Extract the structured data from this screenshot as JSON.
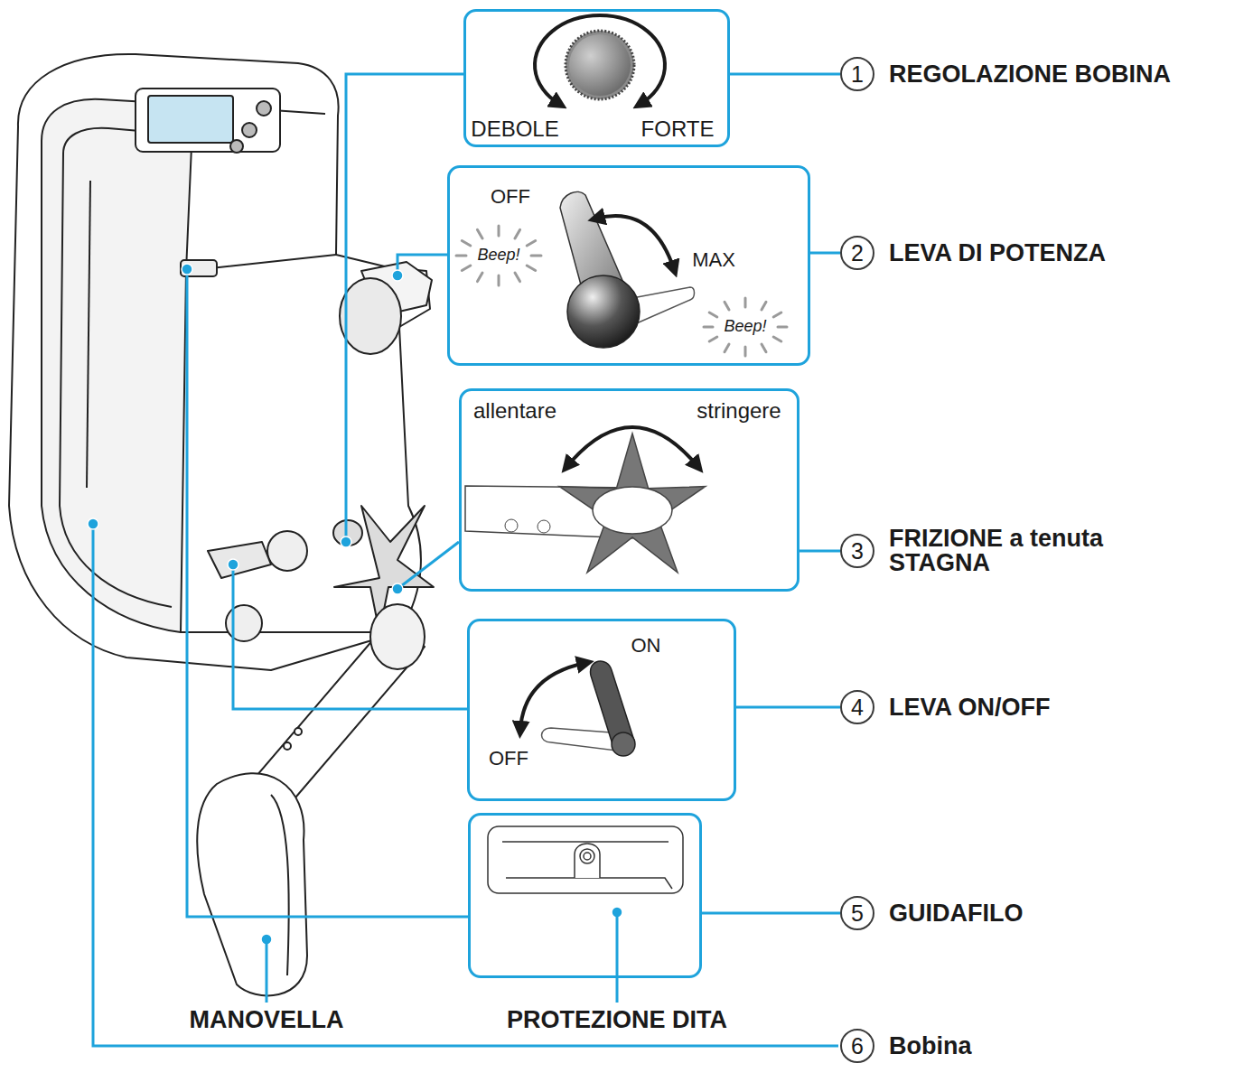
{
  "diagram": {
    "nodes": [
      {
        "text": [
          "DEBOLE",
          "FORTE"
        ]
      },
      {
        "text": [
          "1",
          "REGOLAZIONE BOBINA"
        ]
      },
      {
        "text": [
          "OFF",
          "Beep!",
          "MAX",
          "Beep!"
        ]
      },
      {
        "text": [
          "2",
          "LEVA DI POTENZA"
        ]
      },
      {
        "text": [
          "allentare",
          "stringere"
        ]
      },
      {
        "text": [
          "3",
          "FRIZIONE a tenuta STAGNA"
        ]
      },
      {
        "text": [
          "ON",
          "OFF"
        ]
      },
      {
        "text": [
          "4",
          "LEVA ON/OFF"
        ]
      },
      {
        "text": [
          "PROTEZIONE DITA"
        ]
      },
      {
        "text": [
          "5",
          "GUIDAFILO"
        ]
      },
      {
        "text": [
          "6",
          "Bobina"
        ]
      }
    ],
    "edges": [
      {
        "from": 0,
        "to": 1,
        "arrow": "none"
      },
      {
        "from": 2,
        "to": 3,
        "arrow": "none"
      },
      {
        "from": 4,
        "to": 5,
        "arrow": "none"
      },
      {
        "from": 6,
        "to": 7,
        "arrow": "none"
      },
      {
        "from": 8,
        "to": 9,
        "arrow": "none"
      }
    ],
    "labels": [
      "MANOVELLA"
    ]
  }
}
